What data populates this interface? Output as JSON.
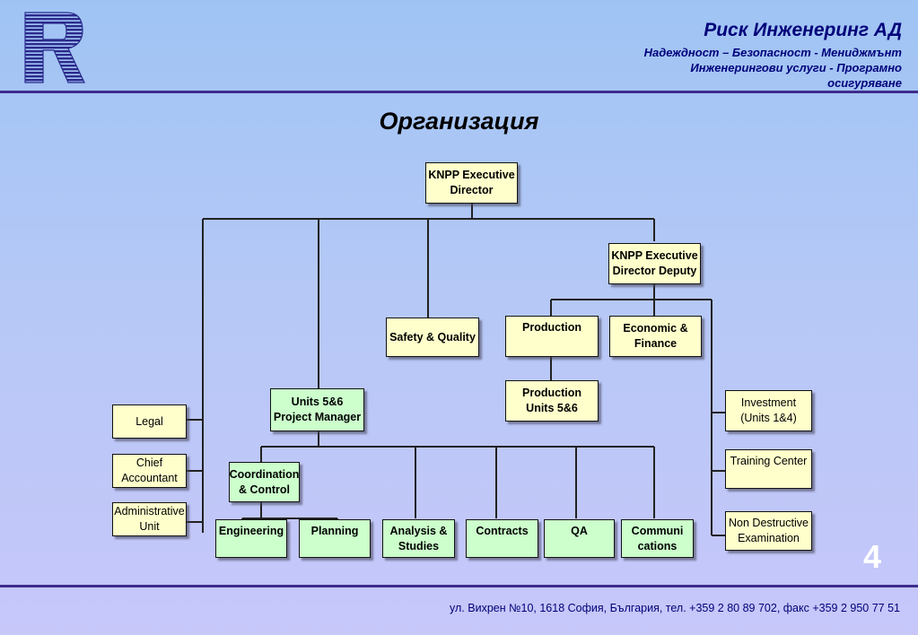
{
  "header": {
    "company": "Риск Инженеринг АД",
    "tagline_1": "Надеждност – Безопасност - Мениджмънт",
    "tagline_2": "Инженерингови услуги - Програмно",
    "tagline_3": "осигуряване"
  },
  "logo": {
    "icon": "company-logo-r-icon",
    "color": "#2a2a8c"
  },
  "slide_title": "Организация",
  "org": {
    "director": "KNPP Executive Director",
    "deputy": "KNPP Executive Director Deputy",
    "safety_quality": "Safety & Quality",
    "production": "Production",
    "economic_finance": "Economic & Finance",
    "production_units": "Production Units 5&6",
    "units_pm": "Units 5&6 Project Manager",
    "legal": "Legal",
    "chief_accountant": "Chief Accountant",
    "administrative_unit": "Administrative Unit",
    "investment": "Investment (Units 1&4)",
    "training_center": "Training Center",
    "ndt": "Non Destructive Examination",
    "coordination_control": "Coordination & Control",
    "engineering": "Engineering",
    "planning": "Planning",
    "analysis_studies": "Analysis & Studies",
    "contracts": "Contracts",
    "qa": "QA",
    "communications": "Communi cations"
  },
  "colors": {
    "yellow_box": "#ffffcc",
    "green_box": "#ccffcc",
    "accent": "#00007a"
  },
  "page_number": "4",
  "footer": "ул. Вихрен №10, 1618 София, България, тел. +359 2 80 89 702, факс +359 2 950 77 51"
}
